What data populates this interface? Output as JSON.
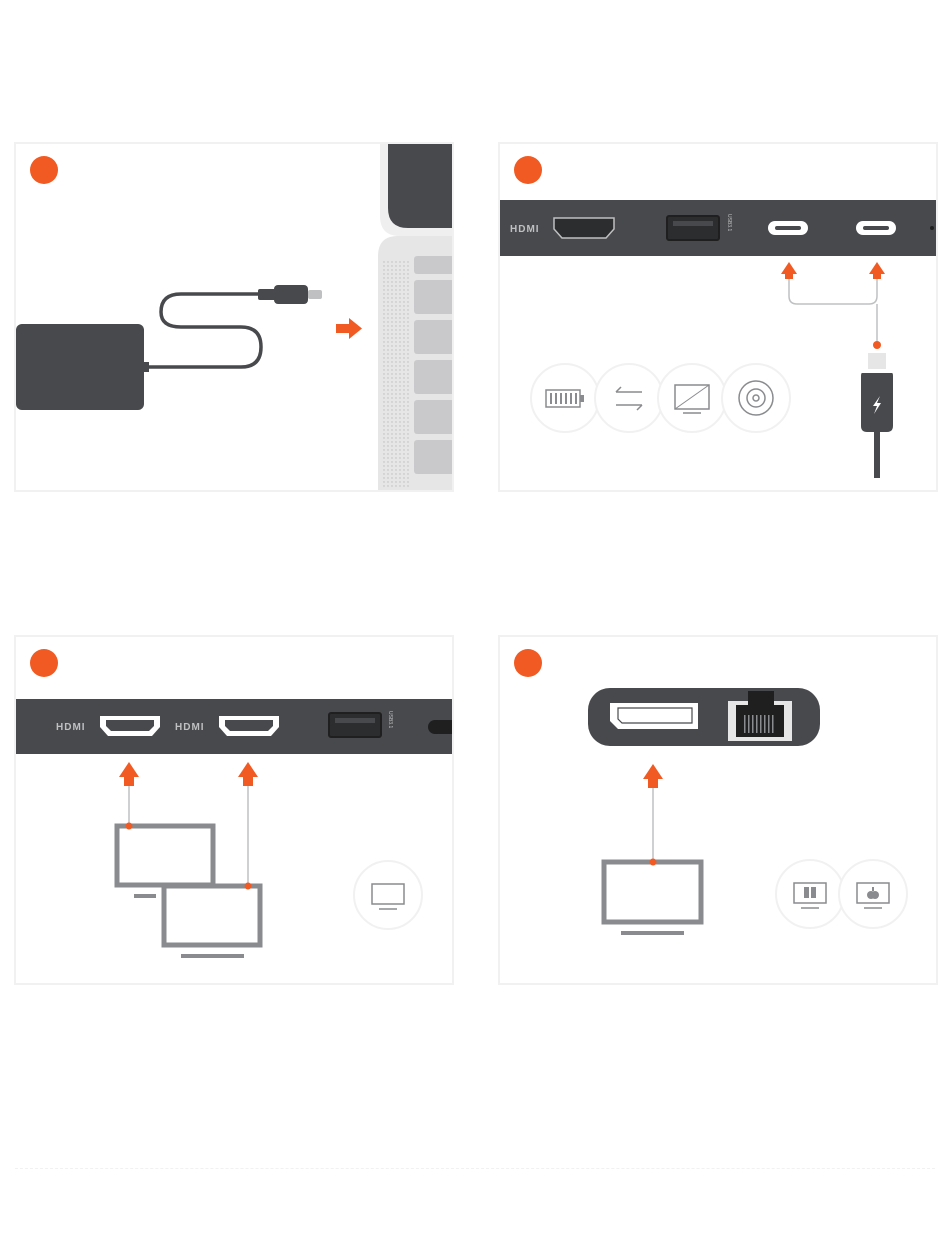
{
  "colors": {
    "accent": "#f15a22",
    "dark": "#48494c",
    "grey": "#8a8b8e",
    "light_grey": "#e6e6e6",
    "panel_border": "#f1f1f1"
  },
  "ports": {
    "hdmi": "HDMI",
    "usb": "USB3.1"
  },
  "panels": [
    {
      "id": "step-1",
      "icons": [
        "power-adapter-icon",
        "usb-c-plug-icon",
        "arrow-right-icon",
        "laptop-side-icon"
      ]
    },
    {
      "id": "step-2",
      "icons": [
        "hdmi-port-icon",
        "usb-a-port-icon",
        "usb-c-port-icon",
        "battery-icon",
        "transfer-arrows-icon",
        "display-icon",
        "disc-icon",
        "usb-c-charger-icon"
      ]
    },
    {
      "id": "step-3",
      "icons": [
        "hdmi-port-icon",
        "usb-a-port-icon",
        "monitor-icon",
        "display-icon"
      ]
    },
    {
      "id": "step-4",
      "icons": [
        "displayport-icon",
        "ethernet-port-icon",
        "monitor-icon",
        "windows-display-icon",
        "apple-display-icon"
      ]
    }
  ]
}
